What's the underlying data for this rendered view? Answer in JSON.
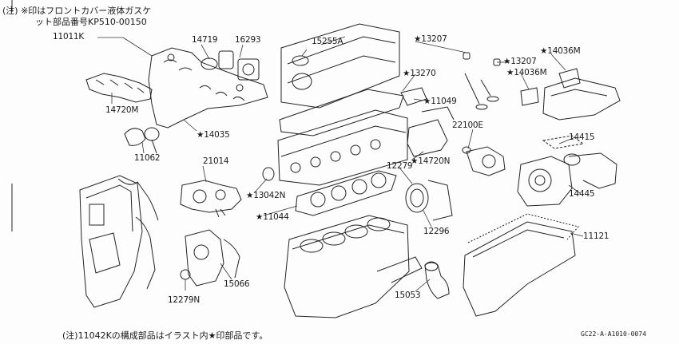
{
  "notes": {
    "header_line1": "(注) ※印はフロントカバー液体ガスケ",
    "header_line2": "ット部品番号KP510-00150",
    "footer": "(注)11042Kの構成部品はイラスト内★印部品です。",
    "drawing_code": "GC22-A-A1010-0074"
  },
  "parts": {
    "p11011K": "11011K",
    "p14719": "14719",
    "p16293": "16293",
    "p15255A": "15255A",
    "p13207a": "★13207",
    "p13207b": "★13207",
    "p14036Ma": "★14036M",
    "p14036Mb": "★14036M",
    "p13270": "★13270",
    "p11049": "★11049",
    "p14720M": "14720M",
    "p14035": "★14035",
    "p11062": "11062",
    "p22100E": "22100E",
    "p14720N": "★14720N",
    "p12279": "12279",
    "p14415": "14415",
    "p21014": "21014",
    "p13042N": "★13042N",
    "p11044": "★11044",
    "p14445": "14445",
    "p12296": "12296",
    "p11121": "11121",
    "p15066": "15066",
    "p12279N": "12279N",
    "p15053": "15053"
  }
}
